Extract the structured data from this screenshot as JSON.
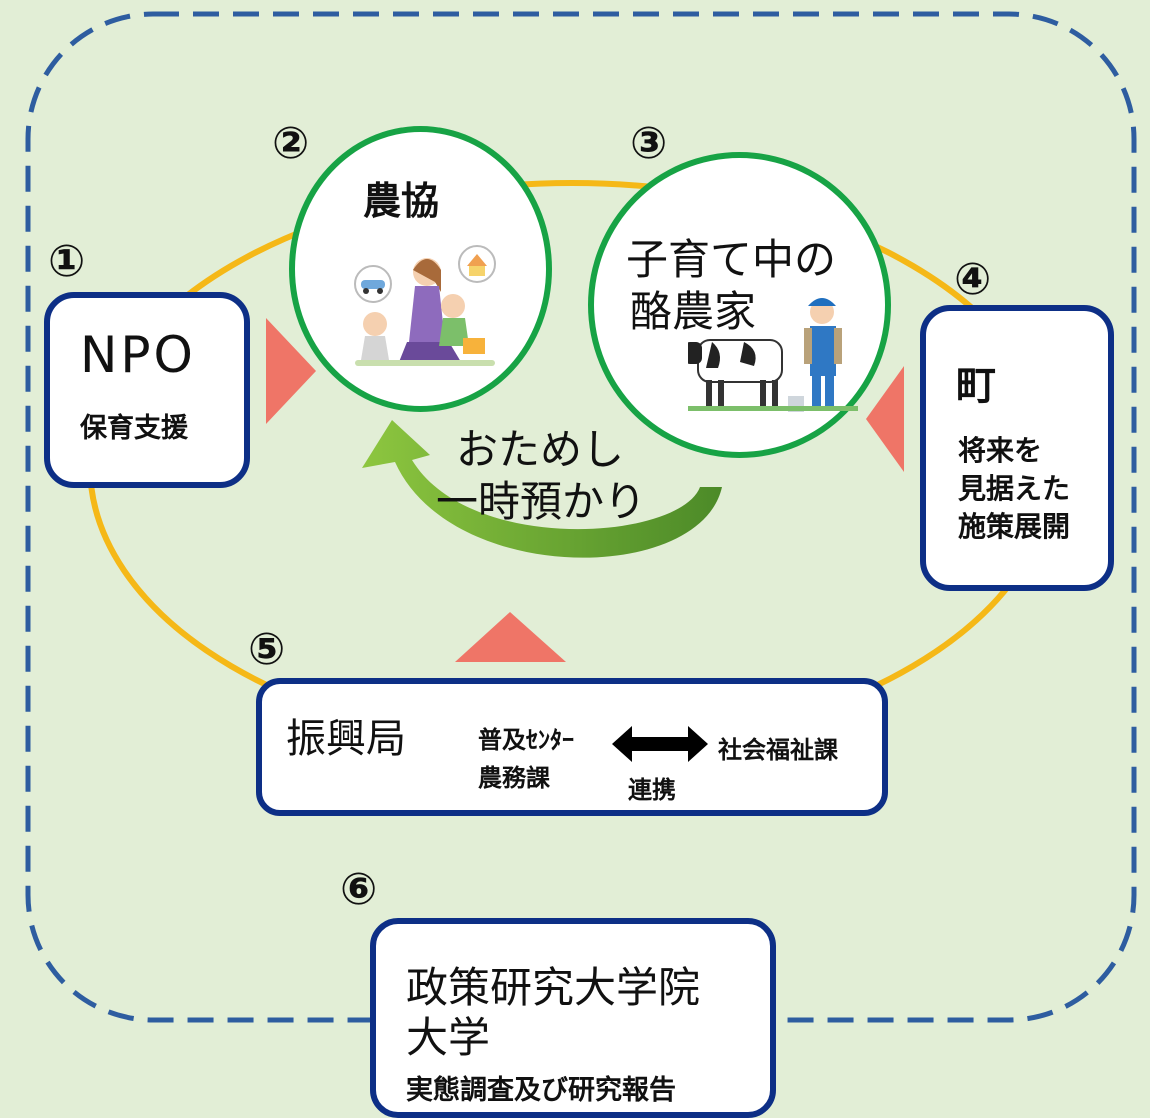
{
  "nodes": {
    "npo": {
      "num": "①",
      "title": "NPO",
      "sub": "保育支援"
    },
    "ja": {
      "num": "②",
      "title": "農協"
    },
    "farmer": {
      "num": "③",
      "title_line1": "子育て中の",
      "title_line2": "酪農家"
    },
    "town": {
      "num": "④",
      "title": "町",
      "sub_line1": "将来を",
      "sub_line2": "見据えた",
      "sub_line3": "施策展開"
    },
    "bureau": {
      "num": "⑤",
      "title": "振興局",
      "left_line1": "普及ｾﾝﾀｰ",
      "left_line2": "農務課",
      "right": "社会福祉課",
      "link": "連携"
    },
    "grips": {
      "num": "⑥",
      "title_line1": "政策研究大学院",
      "title_line2": "大学",
      "sub": "実態調査及び研究報告"
    }
  },
  "curved_arrow": {
    "line1": "おためし",
    "line2": "一時預かり"
  },
  "colors": {
    "background": "#e2eed6",
    "box_border": "#0d2f86",
    "circle_border": "#17a345",
    "ring": "#f5b817",
    "triangle": "#ef7567",
    "arrow_green": "#5e9a34",
    "dashed": "#2e5da0"
  },
  "icons": [
    "mother-children-illustration",
    "cow-farmer-illustration",
    "double-arrow-icon"
  ]
}
